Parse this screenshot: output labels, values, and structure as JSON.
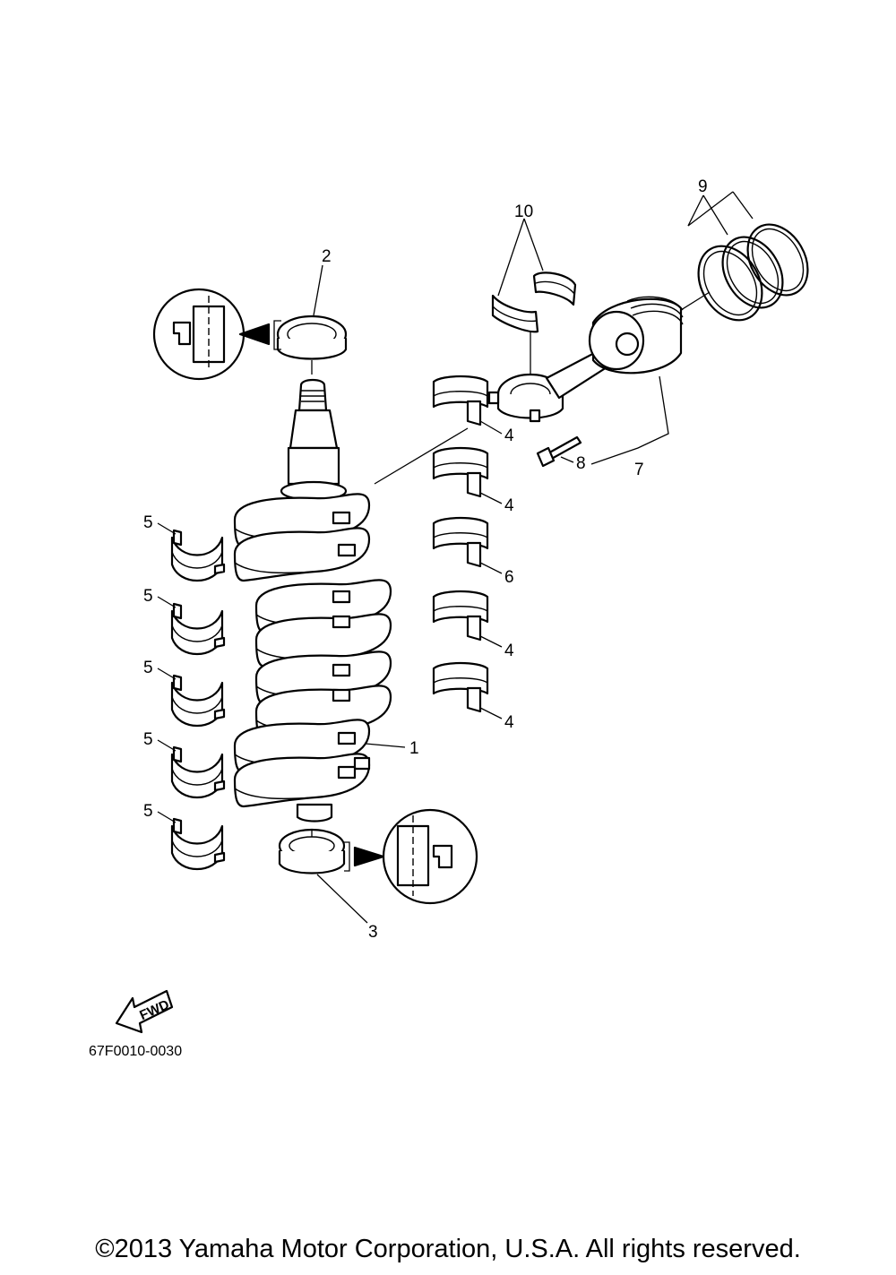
{
  "callouts": {
    "c1": "1",
    "c2": "2",
    "c3": "3",
    "c4": "4",
    "c5": "5",
    "c6": "6",
    "c7": "7",
    "c8": "8",
    "c9": "9",
    "c10": "10"
  },
  "fwd_label": "FWD",
  "diagram_ref": "67F0010-0030",
  "copyright": "©2013 Yamaha Motor Corporation, U.S.A. All rights reserved."
}
